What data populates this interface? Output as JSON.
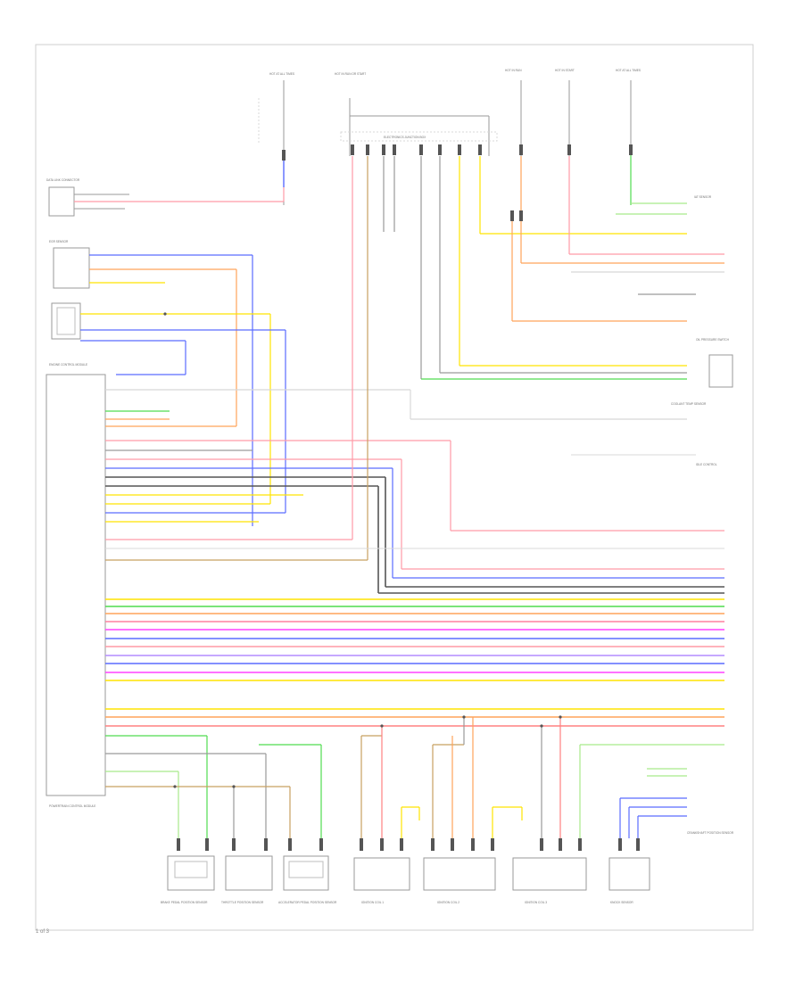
{
  "diagram": {
    "corner_label": "1 of 3",
    "colors": {
      "border": "#cfcfcf",
      "red": "#ff9aa6",
      "pink": "#ff8080",
      "orange": "#ffa45a",
      "yellow": "#ffe400",
      "green": "#4fdc4f",
      "lightgreen": "#a8ea8a",
      "blue": "#5a6cff",
      "violet": "#b48cff",
      "magenta": "#ff40ff",
      "brown": "#c8a060",
      "gray": "#9a9a9a",
      "darkgray": "#555555",
      "black": "#333333",
      "lightgray": "#d8d8d8"
    },
    "labels": {
      "hot_fuse_1": "HOT AT ALL TIMES",
      "hot_fuse_2": "HOT IN RUN OR START",
      "hot_fuse_3": "HOT IN RUN",
      "hot_fuse_4": "HOT IN START",
      "hot_fuse_5": "HOT AT ALL TIMES",
      "fuse_block": "ELECTRONICS JUNCTION BOX",
      "dlc_left": "DATA LINK CONNECTOR",
      "egr_sensor": "EGR SENSOR",
      "ecm_title": "ENGINE CONTROL MODULE",
      "ecm_bottom": "POWERTRAIN CONTROL MODULE",
      "right_top": "IAT SENSOR",
      "right_mid": "OIL PRESSURE SWITCH",
      "right_mid2": "COOLANT TEMP SENSOR",
      "right_mid3": "IDLE CONTROL",
      "bottom_1": "BRAKE PEDAL POSITION SENSOR",
      "bottom_2": "THROTTLE POSITION SENSOR",
      "bottom_3": "ACCELERATOR PEDAL POSITION SENSOR",
      "bottom_4": "IGNITION COIL 1",
      "bottom_5": "IGNITION COIL 2",
      "bottom_6": "IGNITION COIL 3",
      "bottom_7": "KNOCK SENSOR",
      "right_bottom": "CRANKSHAFT POSITION SENSOR"
    }
  }
}
